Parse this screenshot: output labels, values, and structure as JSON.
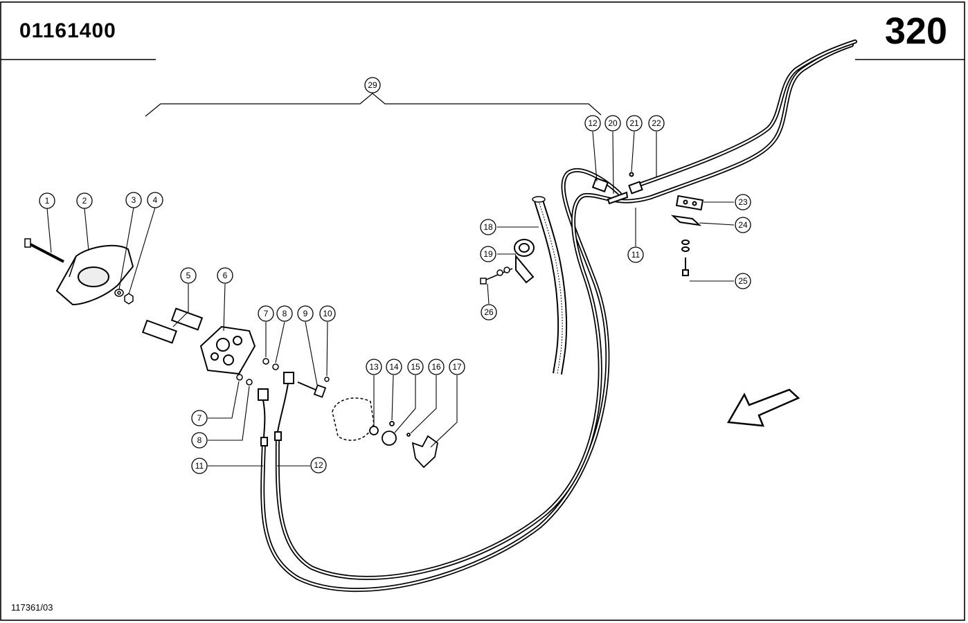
{
  "header": {
    "part_number": "01161400",
    "page_number": "320"
  },
  "footer": {
    "drawing_number": "117361/03"
  },
  "callouts": [
    {
      "label": "1"
    },
    {
      "label": "2"
    },
    {
      "label": "3"
    },
    {
      "label": "4"
    },
    {
      "label": "5"
    },
    {
      "label": "6"
    },
    {
      "label": "7"
    },
    {
      "label": "8"
    },
    {
      "label": "9"
    },
    {
      "label": "10"
    },
    {
      "label": "7"
    },
    {
      "label": "8"
    },
    {
      "label": "11"
    },
    {
      "label": "12"
    },
    {
      "label": "13"
    },
    {
      "label": "14"
    },
    {
      "label": "15"
    },
    {
      "label": "16"
    },
    {
      "label": "17"
    },
    {
      "label": "18"
    },
    {
      "label": "19"
    },
    {
      "label": "26"
    },
    {
      "label": "12"
    },
    {
      "label": "20"
    },
    {
      "label": "21"
    },
    {
      "label": "22"
    },
    {
      "label": "11"
    },
    {
      "label": "23"
    },
    {
      "label": "24"
    },
    {
      "label": "25"
    },
    {
      "label": "29"
    }
  ],
  "colors": {
    "ink": "#000000",
    "paper": "#ffffff"
  }
}
